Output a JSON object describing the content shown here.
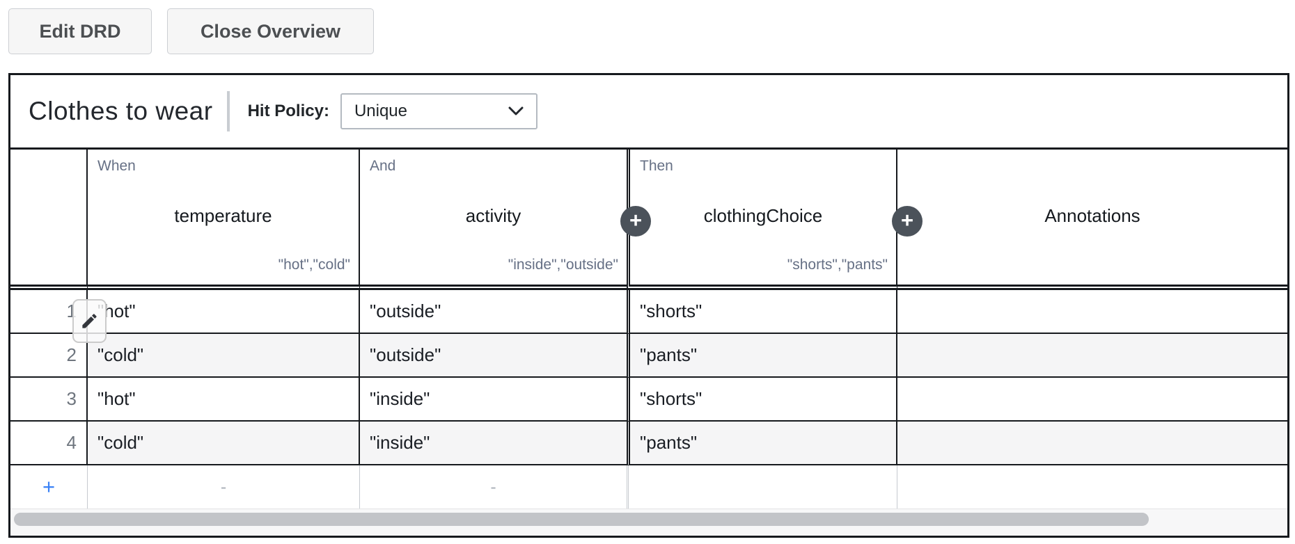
{
  "toolbar": {
    "edit_drd_label": "Edit DRD",
    "close_overview_label": "Close Overview"
  },
  "table": {
    "title": "Clothes to wear",
    "hit_policy_label": "Hit Policy:",
    "hit_policy_value": "Unique",
    "columns": [
      {
        "kicker": "When",
        "name": "temperature",
        "allowed": "\"hot\",\"cold\""
      },
      {
        "kicker": "And",
        "name": "activity",
        "allowed": "\"inside\",\"outside\""
      },
      {
        "kicker": "Then",
        "name": "clothingChoice",
        "allowed": "\"shorts\",\"pants\""
      },
      {
        "kicker": "",
        "name": "Annotations",
        "allowed": ""
      }
    ],
    "rows": [
      {
        "num": "1",
        "cells": [
          "\"hot\"",
          "\"outside\"",
          "\"shorts\"",
          ""
        ]
      },
      {
        "num": "2",
        "cells": [
          "\"cold\"",
          "\"outside\"",
          "\"pants\"",
          ""
        ]
      },
      {
        "num": "3",
        "cells": [
          "\"hot\"",
          "\"inside\"",
          "\"shorts\"",
          ""
        ]
      },
      {
        "num": "4",
        "cells": [
          "\"cold\"",
          "\"inside\"",
          "\"pants\"",
          ""
        ]
      }
    ],
    "add_row": {
      "plus_glyph": "+",
      "placeholder_dash": "-"
    }
  },
  "icons": {
    "add_column_glyph": "+",
    "edit_row_icon": "pencil",
    "chevron_down_icon": "chevron-down"
  },
  "colors": {
    "grid_border": "#16191d",
    "row_alt_background": "#f5f5f6",
    "add_row_accent": "#3b82f6",
    "plus_circle_background": "#4b525a",
    "muted_text": "#667085",
    "button_background": "#f6f6f6"
  }
}
